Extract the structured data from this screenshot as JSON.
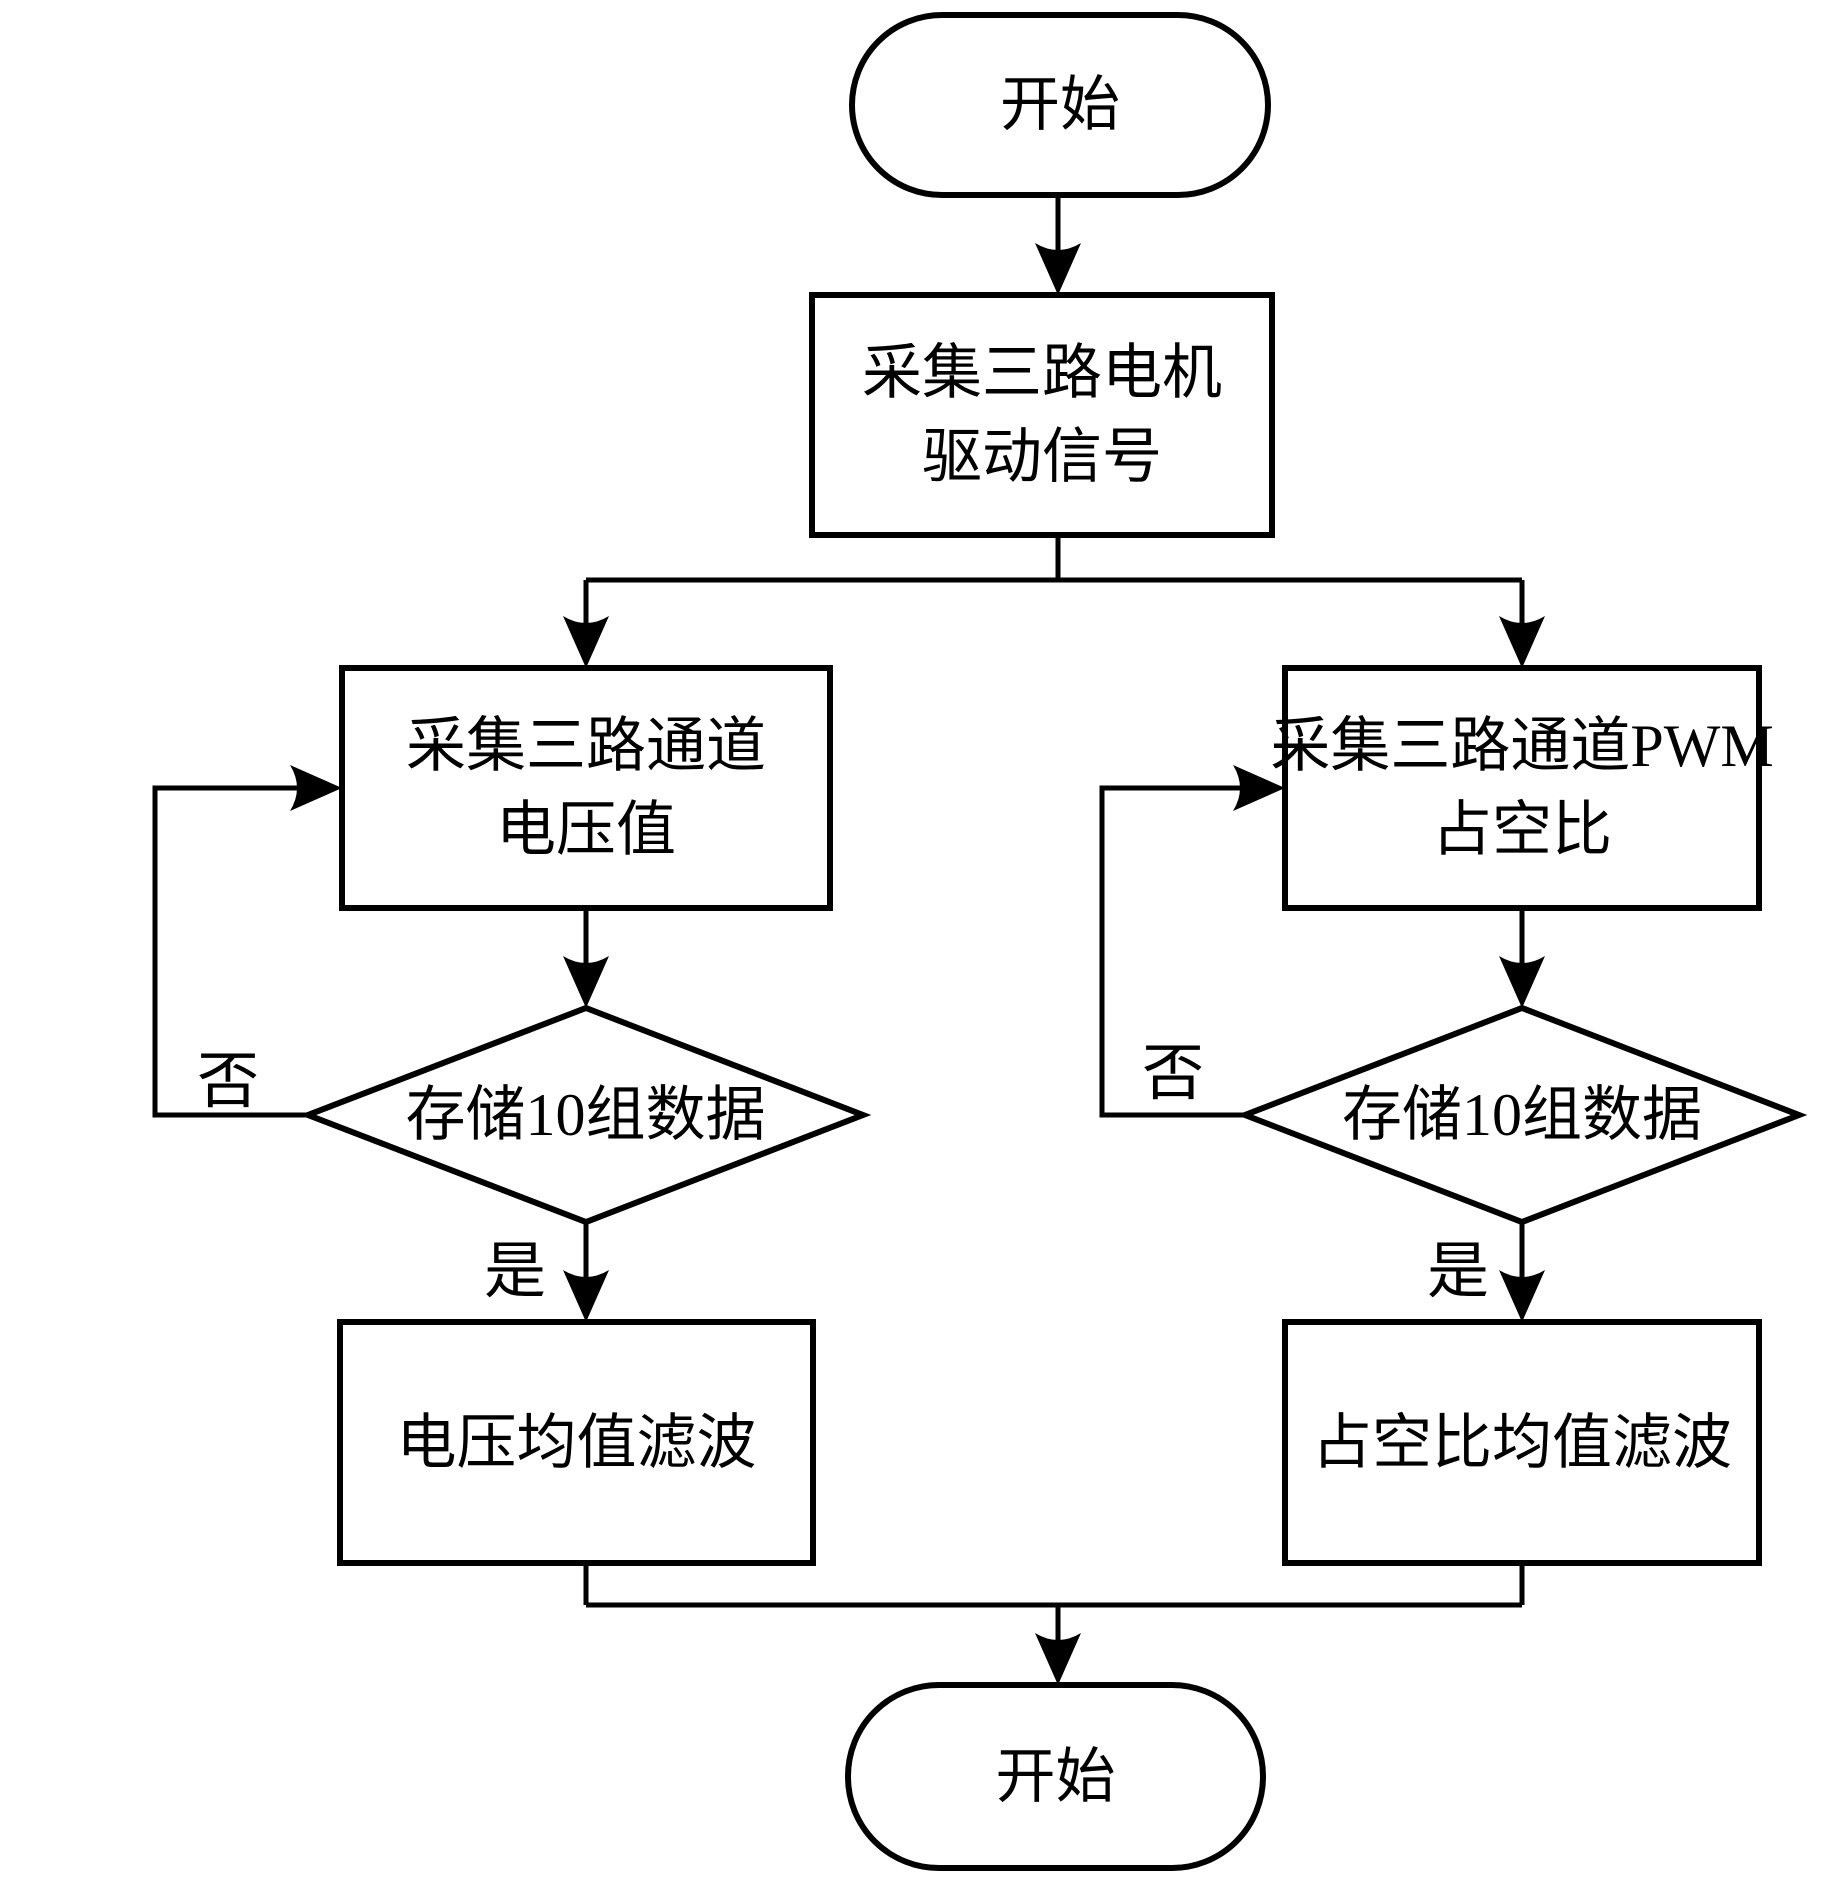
{
  "diagram": {
    "background_color": "#ffffff",
    "stroke_color": "#000000",
    "nodes": {
      "start_terminal": {
        "type": "terminal",
        "label": "开始"
      },
      "collect_motor_signal": {
        "type": "process",
        "line1": "采集三路电机",
        "line2": "驱动信号"
      },
      "collect_voltage": {
        "type": "process",
        "line1": "采集三路通道",
        "line2": "电压值"
      },
      "collect_pwm": {
        "type": "process",
        "line1": "采集三路通道PWM",
        "line2": "占空比"
      },
      "store_voltage_decision": {
        "type": "decision",
        "label": "存储10组数据"
      },
      "store_pwm_decision": {
        "type": "decision",
        "label": "存储10组数据"
      },
      "voltage_mean_filter": {
        "type": "process",
        "label": "电压均值滤波"
      },
      "pwm_mean_filter": {
        "type": "process",
        "label": "占空比均值滤波"
      },
      "end_terminal": {
        "type": "terminal",
        "label": "开始"
      }
    },
    "edge_labels": {
      "left_no": "否",
      "left_yes": "是",
      "right_no": "否",
      "right_yes": "是"
    }
  }
}
